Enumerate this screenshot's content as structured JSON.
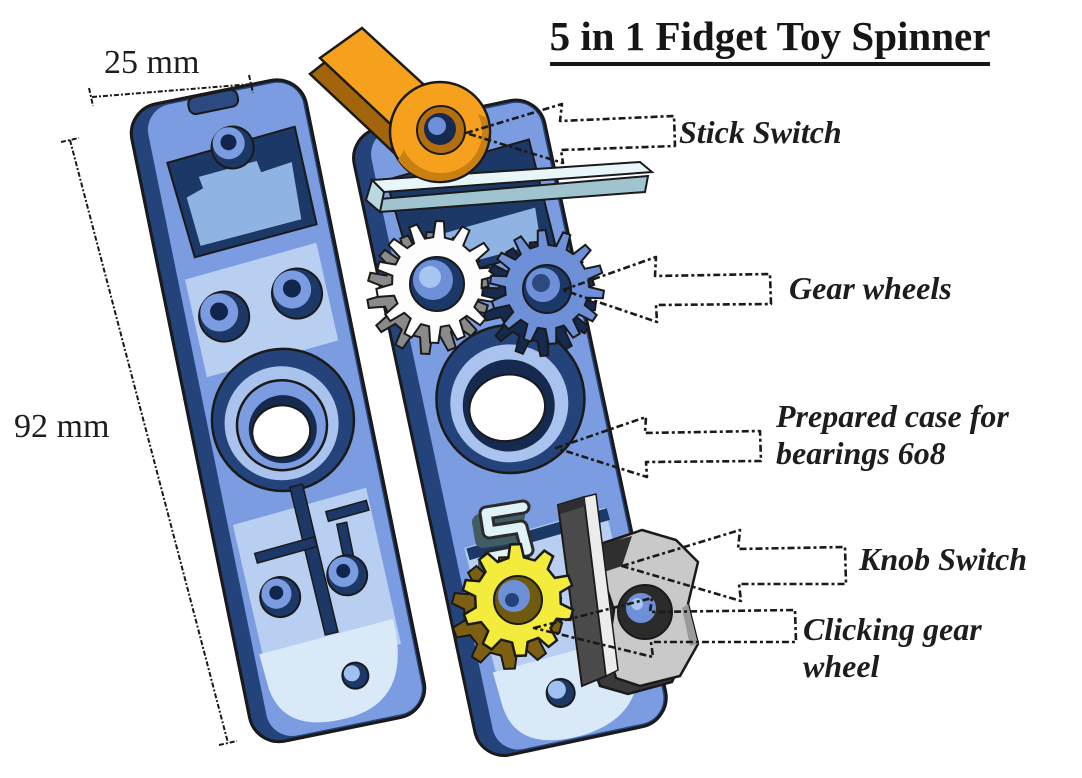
{
  "title": "5 in 1 Fidget Toy Spinner",
  "dimensions": {
    "width": "25 mm",
    "length": "92 mm"
  },
  "callouts": {
    "stick_switch": "Stick Switch",
    "gear_wheels": "Gear wheels",
    "bearing_case": "Prepared case for bearings 6o8",
    "knob_switch": "Knob Switch",
    "clicking_gear": "Clicking gear wheel"
  },
  "colors": {
    "background": "#ffffff",
    "outline": "#1a1a1a",
    "case_blue": "#7b9ce1",
    "case_dark_blue": "#1c3867",
    "case_wall_blue": "#24437a",
    "case_floor_light": "#d9e9f8",
    "stick_orange": "#f5a11d",
    "stick_orange_dark": "#a2650c",
    "plate_cyan": "#e8f6fa",
    "gear_white": "#fdfdfd",
    "gear_gray_side": "#8a8a8a",
    "gear_blue": "#6d90d8",
    "gear_blue_dark": "#16294f",
    "clicking_gear_yellow": "#f4ec3c",
    "clicking_gear_olive": "#7c5f10",
    "clip_cyan": "#dff2f6",
    "knob_gray": "#c9c9c9",
    "knob_gray_dark": "#3a3a3a"
  }
}
